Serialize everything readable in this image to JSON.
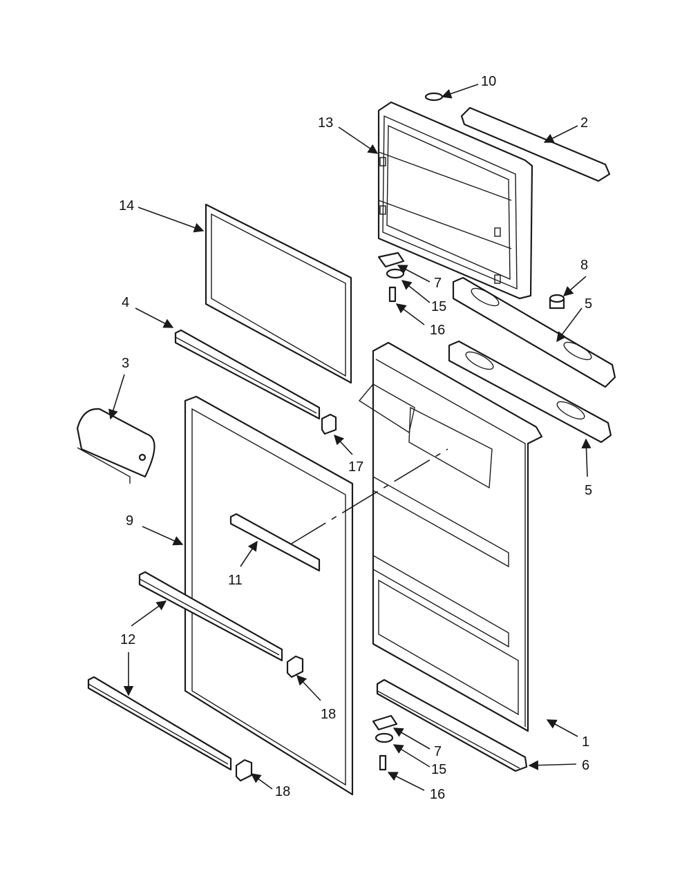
{
  "callouts": {
    "c1": "1",
    "c2": "2",
    "c3": "3",
    "c4": "4",
    "c5a": "5",
    "c5b": "5",
    "c6": "6",
    "c7a": "7",
    "c7b": "7",
    "c8": "8",
    "c9": "9",
    "c10": "10",
    "c11": "11",
    "c12": "12",
    "c13": "13",
    "c14": "14",
    "c15a": "15",
    "c15b": "15",
    "c16a": "16",
    "c16b": "16",
    "c17": "17",
    "c18a": "18",
    "c18b": "18"
  },
  "colors": {
    "line": "#1a1a1a",
    "background": "#ffffff"
  }
}
